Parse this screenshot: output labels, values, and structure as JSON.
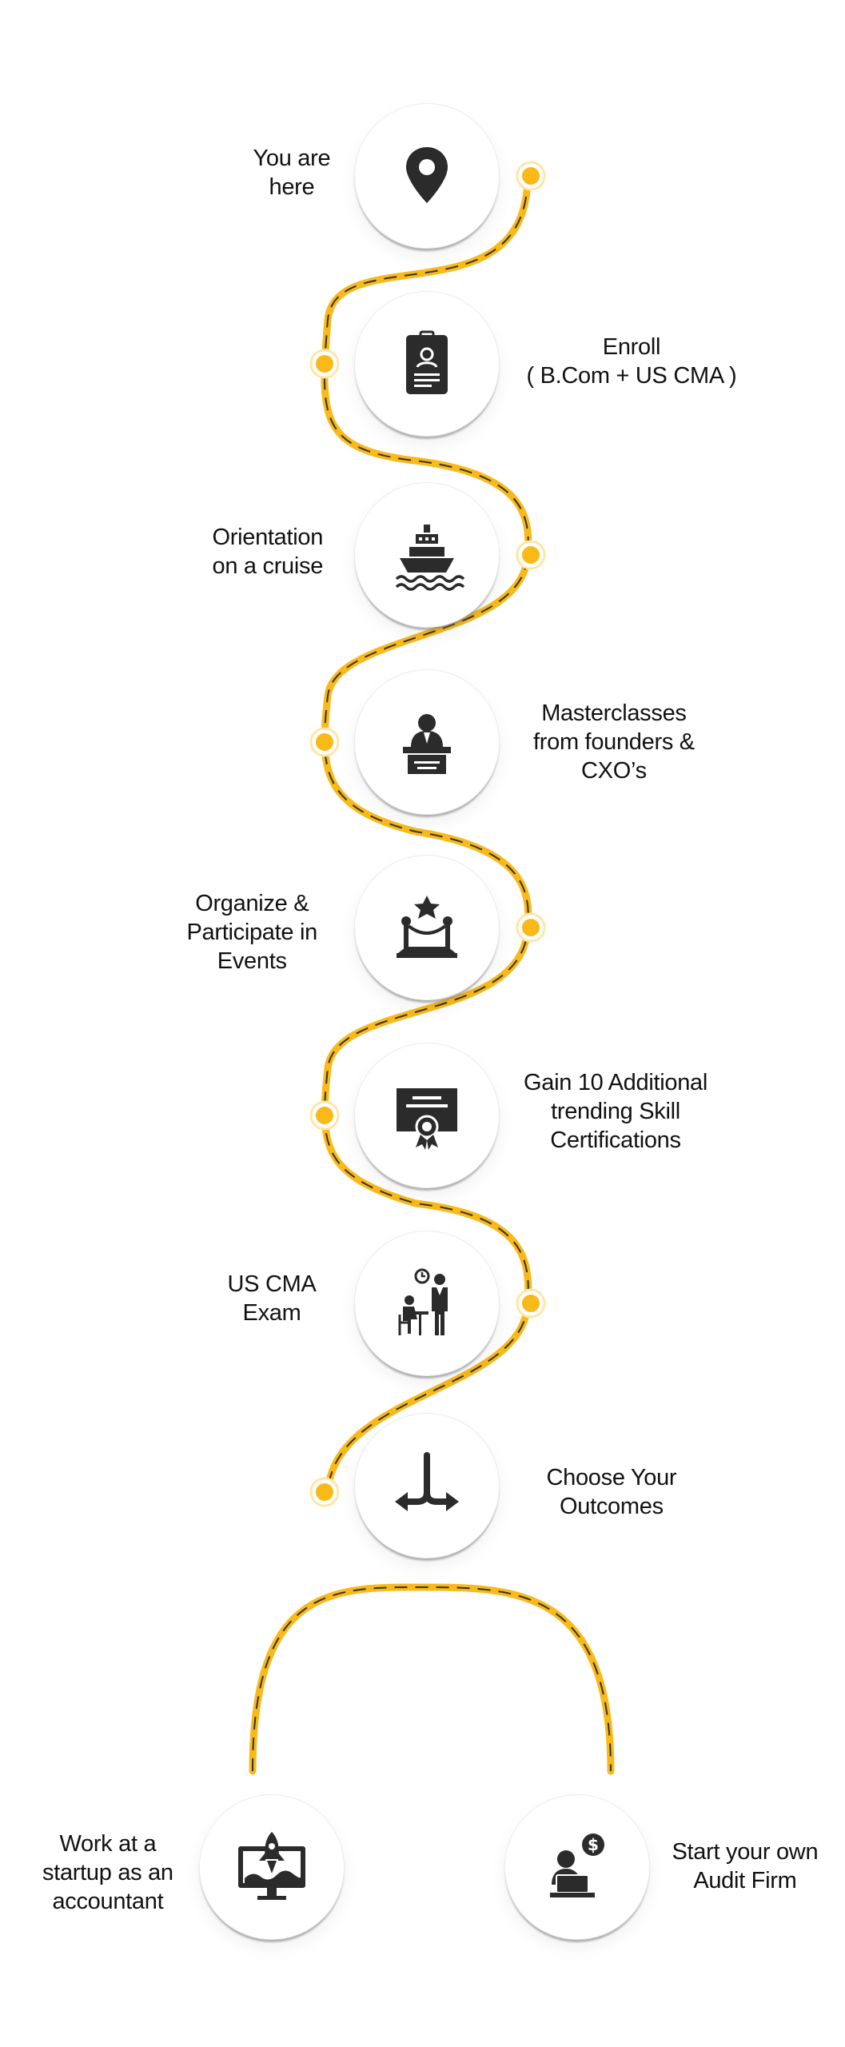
{
  "colors": {
    "accent": "#F9B918",
    "dash": "#333333",
    "icon": "#2b2b2b",
    "dot_ring": "#FDE6A8"
  },
  "steps": [
    {
      "icon": "map-pin-icon",
      "lines": [
        "You are",
        "here"
      ]
    },
    {
      "icon": "id-card-icon",
      "lines": [
        "Enroll",
        "( B.Com + US CMA )"
      ]
    },
    {
      "icon": "cruise-ship-icon",
      "lines": [
        "Orientation",
        "on a cruise"
      ]
    },
    {
      "icon": "speaker-podium-icon",
      "lines": [
        "Masterclasses",
        "from founders &",
        "CXO’s"
      ]
    },
    {
      "icon": "event-stage-icon",
      "lines": [
        "Organize &",
        "Participate in",
        "Events"
      ]
    },
    {
      "icon": "certificate-icon",
      "lines": [
        "Gain 10 Additional",
        "trending Skill",
        "Certifications"
      ]
    },
    {
      "icon": "exam-icon",
      "lines": [
        "US CMA",
        "Exam"
      ]
    },
    {
      "icon": "split-arrows-icon",
      "lines": [
        "Choose Your",
        "Outcomes"
      ]
    }
  ],
  "outcomes": [
    {
      "icon": "startup-rocket-icon",
      "lines": [
        "Work at a",
        "startup as an",
        "accountant"
      ]
    },
    {
      "icon": "audit-firm-icon",
      "lines": [
        "Start your own",
        "Audit Firm"
      ]
    }
  ]
}
